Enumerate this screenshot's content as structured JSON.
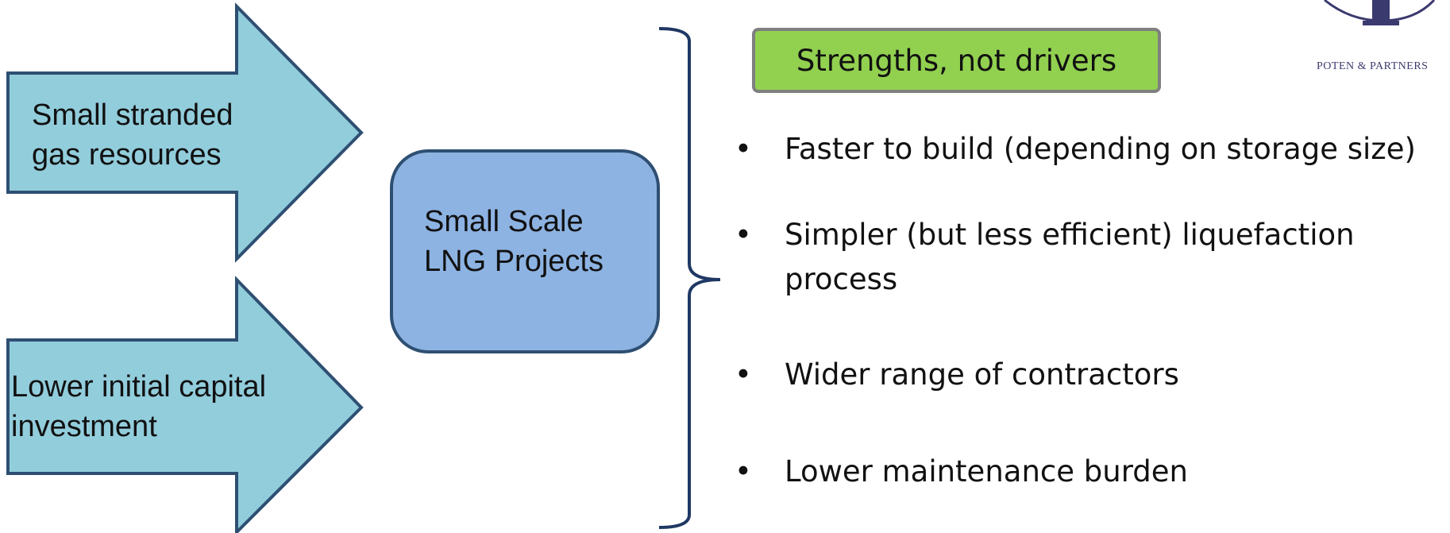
{
  "arrows": [
    {
      "label_lines": [
        "Small stranded",
        "gas resources"
      ]
    },
    {
      "label_lines": [
        "Lower initial capital",
        "investment"
      ]
    }
  ],
  "center_box": {
    "label_lines": [
      "Small Scale",
      "LNG Projects"
    ]
  },
  "tag": {
    "label": "Strengths, not drivers"
  },
  "bullet_glyph": "•",
  "bullets": [
    {
      "lines": [
        "Faster to build (depending on storage size)"
      ]
    },
    {
      "lines": [
        "Simpler (but less efficient) liquefaction",
        "process"
      ]
    },
    {
      "lines": [
        "Wider range of contractors"
      ]
    },
    {
      "lines": [
        "Lower maintenance burden"
      ]
    }
  ],
  "logo": {
    "text": "POTEN & PARTNERS"
  },
  "colors": {
    "arrow_fill": "#92cddc",
    "arrow_stroke": "#2e4f72",
    "center_fill": "#8db3e2",
    "center_stroke": "#2e4f72",
    "tag_fill": "#92d050",
    "tag_stroke": "#7f7f7f",
    "brace_stroke": "#1f3864"
  }
}
